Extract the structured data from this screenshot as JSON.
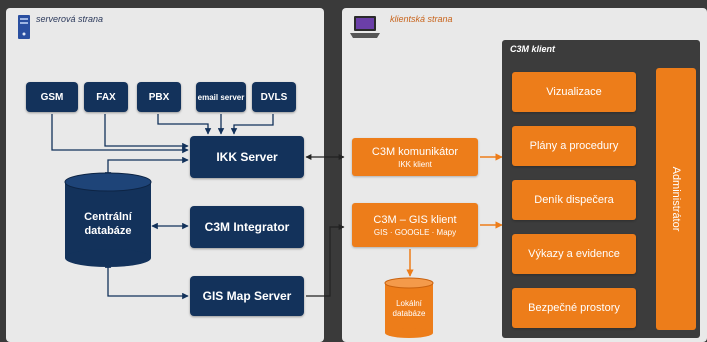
{
  "server_side": {
    "label": "serverová strana",
    "devices": [
      "GSM",
      "FAX",
      "PBX",
      "email server",
      "DVLS"
    ],
    "ikk_server": "IKK Server",
    "database": "Centrální databáze",
    "integrator": "C3M Integrator",
    "gis_map_server": "GIS Map Server"
  },
  "client_side": {
    "label": "klientská strana",
    "komunikator": {
      "title": "C3M komunikátor",
      "subtitle": "IKK klient"
    },
    "gis_client": {
      "title": "C3M – GIS klient",
      "subtitle": "GIS · GOOGLE · Mapy"
    },
    "local_db": "Lokální databáze",
    "c3m_client": {
      "title": "C3M klient",
      "modules": [
        "Vizualizace",
        "Plány a procedury",
        "Deník dispečera",
        "Výkazy a evidence",
        "Bezpečné prostory"
      ],
      "admin": "Administrátor"
    }
  },
  "colors": {
    "navy": "#13325b",
    "orange": "#ed7d1a",
    "panel": "#e9e9e9",
    "background": "#3a3a3a"
  }
}
